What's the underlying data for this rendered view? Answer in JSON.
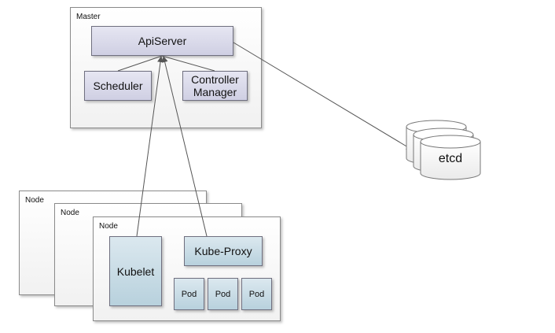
{
  "master": {
    "label": "Master",
    "api_server": "ApiServer",
    "scheduler": "Scheduler",
    "controller_manager": "Controller\nManager"
  },
  "nodes": [
    {
      "label": "Node"
    },
    {
      "label": "Node"
    },
    {
      "label": "Node"
    }
  ],
  "node_components": {
    "kubelet": "Kubelet",
    "kube_proxy": "Kube-Proxy",
    "pods": [
      "Pod",
      "Pod",
      "Pod"
    ]
  },
  "etcd": {
    "label": "etcd"
  },
  "colors": {
    "component_fill": "#d6d6e8",
    "node_component_fill": "#c3d8e3",
    "frame_border": "#8a8a8a",
    "edge": "#555555"
  }
}
